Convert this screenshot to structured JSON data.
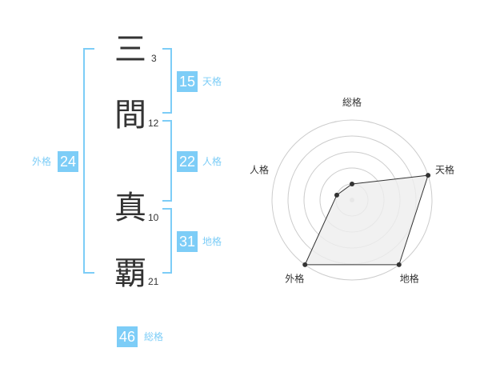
{
  "name_chars": [
    {
      "char": "三",
      "strokes": "3"
    },
    {
      "char": "間",
      "strokes": "12"
    },
    {
      "char": "真",
      "strokes": "10"
    },
    {
      "char": "覇",
      "strokes": "21"
    }
  ],
  "fortune": {
    "tenkaku": {
      "value": "15",
      "label": "天格"
    },
    "jinkaku": {
      "value": "22",
      "label": "人格"
    },
    "chikaku": {
      "value": "31",
      "label": "地格"
    },
    "gaikaku": {
      "value": "24",
      "label": "外格"
    },
    "soukaku": {
      "value": "46",
      "label": "総格"
    }
  },
  "chart_data": {
    "type": "radar",
    "axes": [
      "総格",
      "天格",
      "地格",
      "外格",
      "人格"
    ],
    "values": [
      1,
      5,
      5,
      5,
      1
    ],
    "rmax": 5,
    "rings": 5,
    "colors": {
      "fill": "#eeeeee",
      "stroke": "#333333",
      "grid": "#cccccc"
    }
  },
  "colors": {
    "accent": "#7dcdf7",
    "text": "#333333"
  }
}
